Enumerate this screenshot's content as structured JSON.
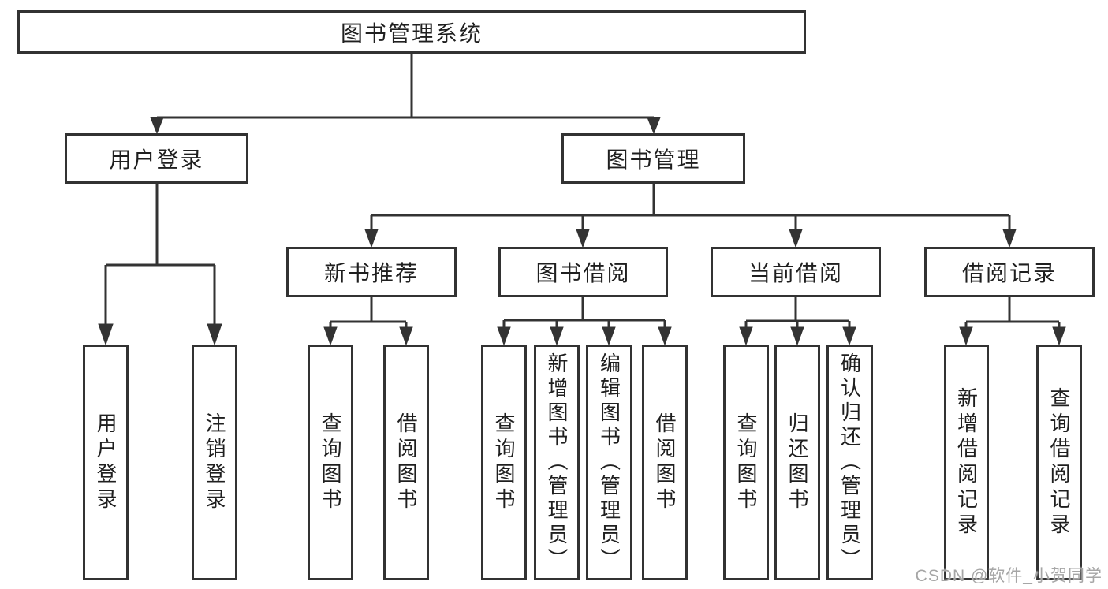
{
  "diagram": {
    "title": "图书管理系统",
    "root": "图书管理系统",
    "l1": [
      "用户登录",
      "图书管理"
    ],
    "l2": [
      "新书推荐",
      "图书借阅",
      "当前借阅",
      "借阅记录"
    ],
    "leaves": [
      "用户登录",
      "注销登录",
      "查询图书",
      "借阅图书",
      "查询图书",
      "新增图书（管理员）",
      "编辑图书（管理员）",
      "借阅图书",
      "查询图书",
      "归还图书",
      "确认归还（管理员）",
      "新增借阅记录",
      "查询借阅记录"
    ]
  },
  "colors": {
    "line": "#333333",
    "box_border": "#323232",
    "text": "#1f1f1f",
    "watermark": "#a6a6a6",
    "background": "#ffffff"
  },
  "watermark": "CSDN @软件_小贺同学"
}
